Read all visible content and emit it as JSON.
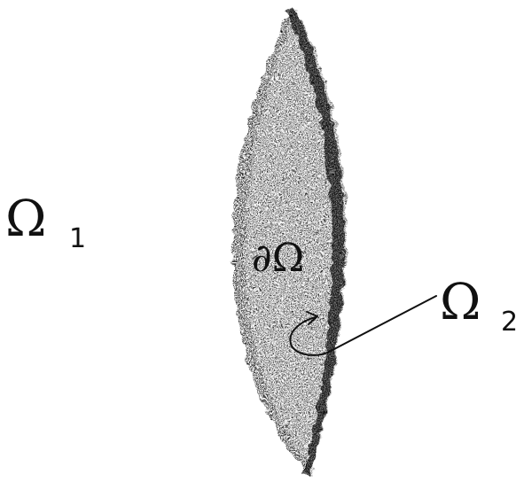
{
  "labels": {
    "outer_region": {
      "symbol": "Ω",
      "subscript": "1"
    },
    "boundary": "∂Ω",
    "inner_region": {
      "symbol": "Ω",
      "subscript": "2"
    }
  },
  "colors": {
    "ink": "#111111",
    "background": "#ffffff"
  }
}
